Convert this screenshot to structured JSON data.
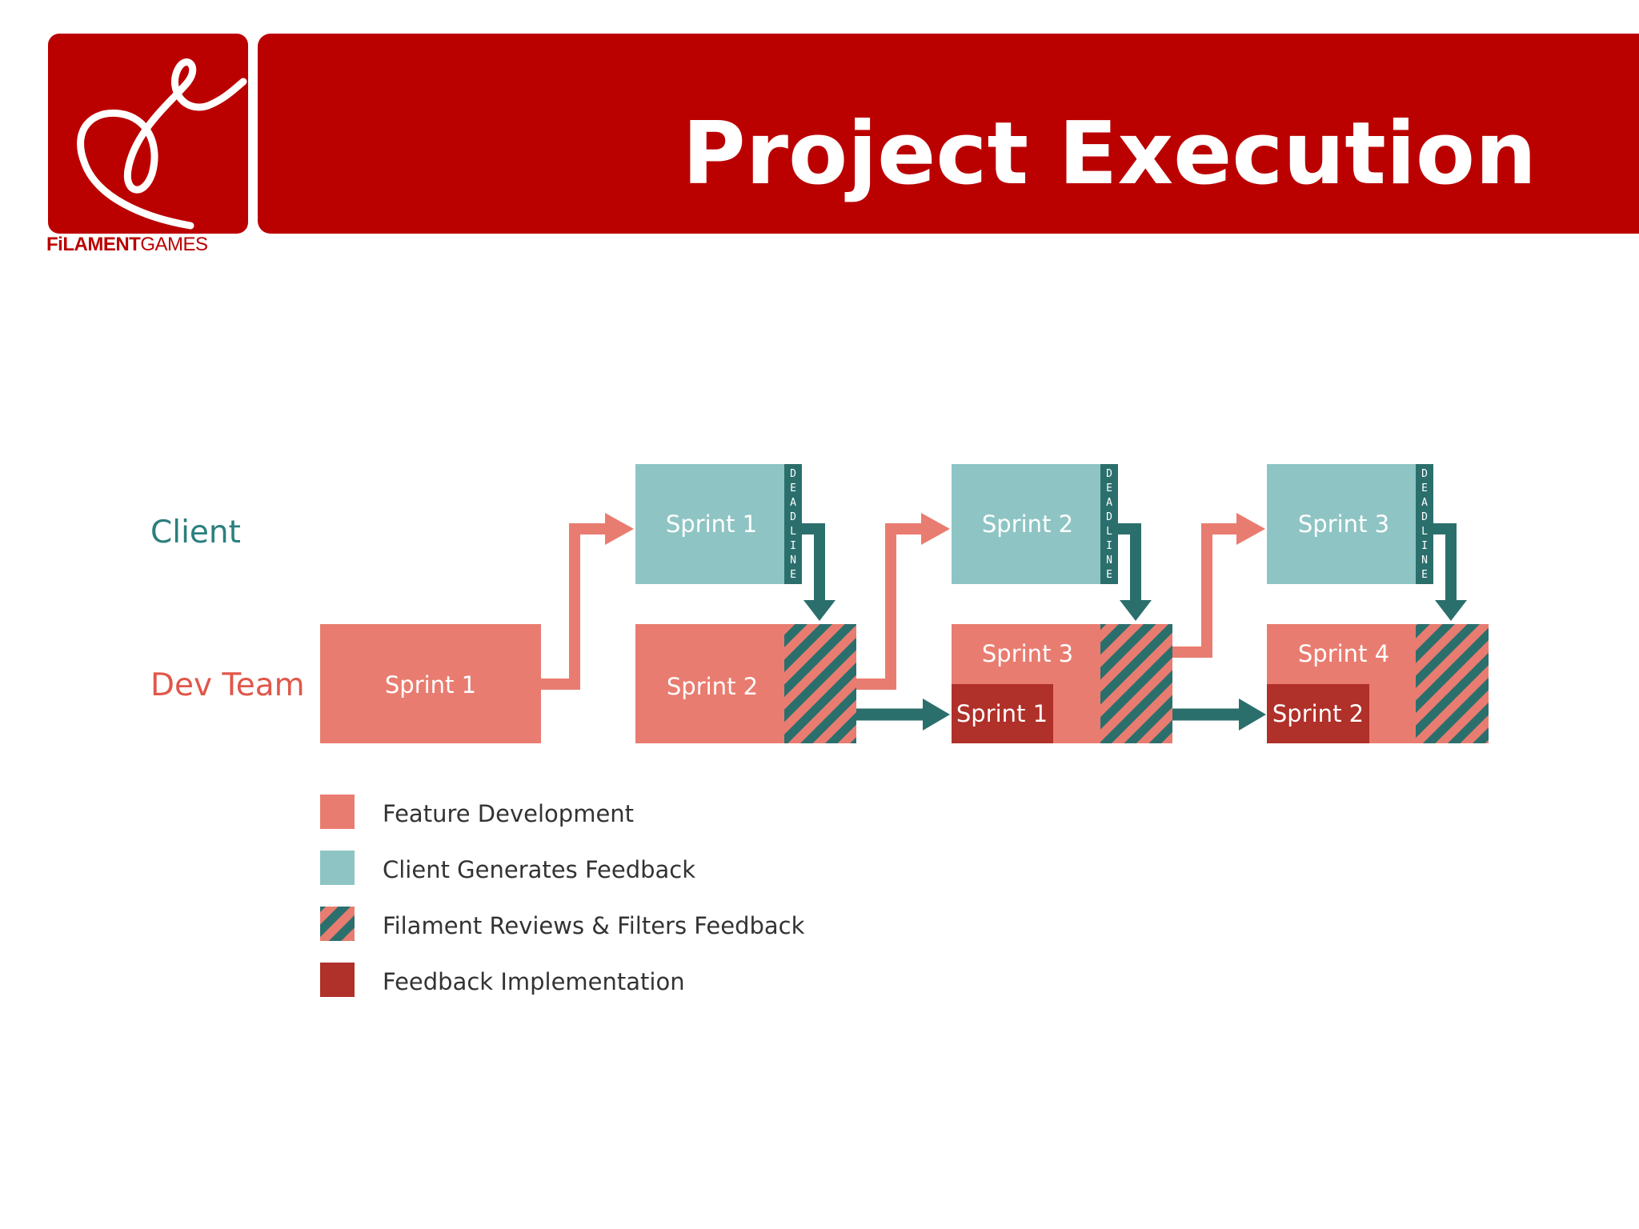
{
  "header": {
    "title": "Project Execution",
    "logo_text_bold": "FiLAMENT",
    "logo_text_light": "GAMES"
  },
  "colors": {
    "brand_red": "#bb0000",
    "feature_development": "#e97c70",
    "client_feedback": "#8fc4c4",
    "feedback_implementation": "#b0302a",
    "teal_dark": "#2b6f6d"
  },
  "diagram": {
    "lanes": {
      "client": "Client",
      "dev_team": "Dev Team"
    },
    "client_boxes": [
      {
        "label": "Sprint 1",
        "deadline": "DEADLINE"
      },
      {
        "label": "Sprint 2",
        "deadline": "DEADLINE"
      },
      {
        "label": "Sprint 3",
        "deadline": "DEADLINE"
      }
    ],
    "dev_boxes": [
      {
        "label": "Sprint 1"
      },
      {
        "label": "Sprint 2"
      },
      {
        "label": "Sprint 3",
        "implementation_label": "Sprint 1"
      },
      {
        "label": "Sprint 4",
        "implementation_label": "Sprint 2"
      }
    ],
    "legend": [
      {
        "label": "Feature Development",
        "swatch": "feature_development"
      },
      {
        "label": "Client Generates Feedback",
        "swatch": "client_feedback"
      },
      {
        "label": "Filament Reviews & Filters Feedback",
        "swatch": "hatched"
      },
      {
        "label": "Feedback Implementation",
        "swatch": "feedback_implementation"
      }
    ]
  }
}
